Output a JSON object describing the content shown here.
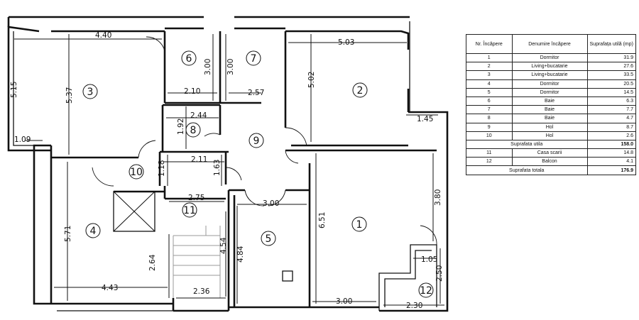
{
  "plan": {
    "dims": {
      "d440": "4.40",
      "d515": "5.15",
      "d537": "5.37",
      "d109": "1.09",
      "d300a": "3.00",
      "d300b": "3.00",
      "d210": "2.10",
      "d257": "2.57",
      "d503": "5.03",
      "d502": "5.02",
      "d145": "1.45",
      "d244": "2.44",
      "d192": "1.92",
      "d211": "2.11",
      "d163": "1.63",
      "d118": "1.18",
      "d275": "2.75",
      "d300c": "3.00",
      "d571": "5.71",
      "d443": "4.43",
      "d264": "2.64",
      "d236": "2.36",
      "d454": "4.54",
      "d484": "4.84",
      "d651": "6.51",
      "d380": "3.80",
      "d105": "1.05",
      "d250": "2.50",
      "d300d": "3.00",
      "d230": "2.30"
    },
    "rooms": {
      "r1": "1",
      "r2": "2",
      "r3": "3",
      "r4": "4",
      "r5": "5",
      "r6": "6",
      "r7": "7",
      "r8": "8",
      "r9": "9",
      "r10": "10",
      "r11": "11",
      "r12": "12"
    }
  },
  "legend": {
    "headers": [
      "Nr. Încăpere",
      "Denumire încăpere",
      "Suprafața utilă (mp)"
    ],
    "rows": [
      {
        "nr": "1",
        "name": "Dormitor",
        "area": "31.9"
      },
      {
        "nr": "2",
        "name": "Living+bucatarie",
        "area": "27.6"
      },
      {
        "nr": "3",
        "name": "Living+bucatarie",
        "area": "33.5"
      },
      {
        "nr": "4",
        "name": "Dormitor",
        "area": "20.5"
      },
      {
        "nr": "5",
        "name": "Dormitor",
        "area": "14.5"
      },
      {
        "nr": "6",
        "name": "Baie",
        "area": "6.3"
      },
      {
        "nr": "7",
        "name": "Baie",
        "area": "7.7"
      },
      {
        "nr": "8",
        "name": "Baie",
        "area": "4.7"
      },
      {
        "nr": "9",
        "name": "Hol",
        "area": "8.7"
      },
      {
        "nr": "10",
        "name": "Hol",
        "area": "2.6"
      }
    ],
    "subtotal": {
      "label": "Suprafata utila",
      "value": "158.0"
    },
    "extra_rows": [
      {
        "nr": "11",
        "name": "Casa scarii",
        "area": "14.8"
      },
      {
        "nr": "12",
        "name": "Balcon",
        "area": "4.1"
      }
    ],
    "total": {
      "label": "Suprafata totala",
      "value": "176.9"
    }
  }
}
